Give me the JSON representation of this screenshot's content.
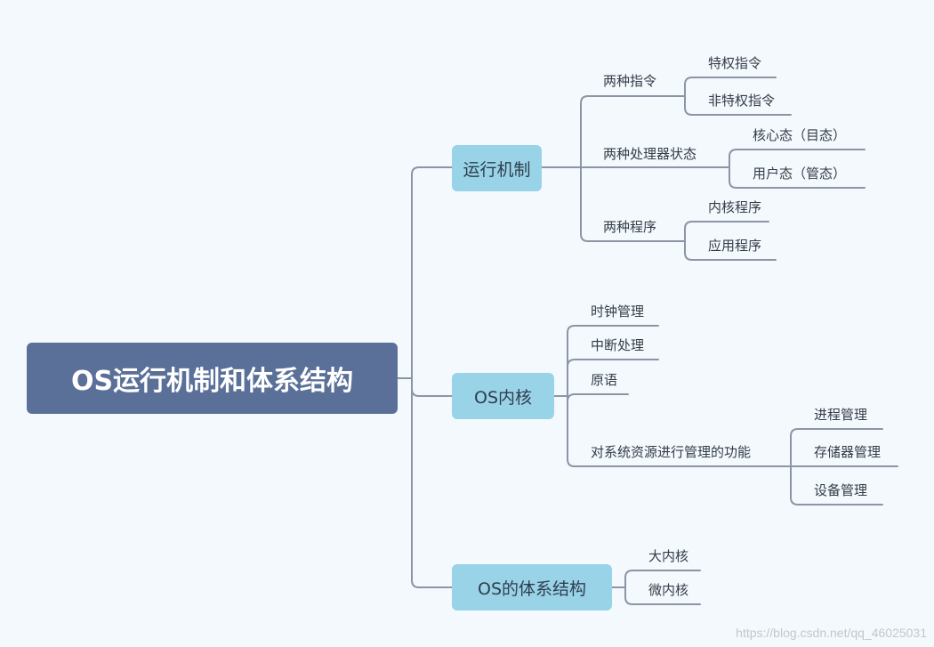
{
  "root": "OS运行机制和体系结构",
  "branches": {
    "run": {
      "label": "运行机制",
      "instructions": {
        "label": "两种指令",
        "children": [
          "特权指令",
          "非特权指令"
        ]
      },
      "states": {
        "label": "两种处理器状态",
        "children": [
          "核心态（目态）",
          "用户态（管态）"
        ]
      },
      "programs": {
        "label": "两种程序",
        "children": [
          "内核程序",
          "应用程序"
        ]
      }
    },
    "kernel": {
      "label": "OS内核",
      "clock": "时钟管理",
      "interrupt": "中断处理",
      "primitive": "原语",
      "resources": {
        "label": "对系统资源进行管理的功能",
        "children": [
          "进程管理",
          "存储器管理",
          "设备管理"
        ]
      }
    },
    "arch": {
      "label": "OS的体系结构",
      "children": [
        "大内核",
        "微内核"
      ]
    }
  },
  "watermark": "https://blog.csdn.net/qq_46025031",
  "colors": {
    "background": "#f4f9fe",
    "root_fill": "#5a7098",
    "main_fill": "#98d3e8",
    "connector": "#8b95a5"
  }
}
